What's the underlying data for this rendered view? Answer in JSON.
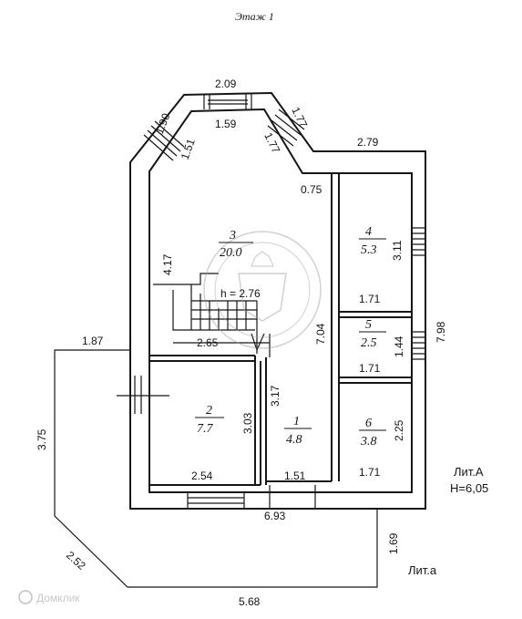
{
  "title": "Этаж 1",
  "dimensions": {
    "top_outer": "2.09",
    "top_inner": "1.59",
    "bay_left_outer": "1.90",
    "bay_left_inner": "1.51",
    "bay_right_outer": "1.77",
    "bay_right_inner": "1.77",
    "right_top": "2.79",
    "notch": "0.75",
    "room3_height": "4.17",
    "room4_height": "3.11",
    "room4_width": "1.71",
    "right_total": "7.98",
    "center_wall": "7.04",
    "room5_height": "1.44",
    "room5_width": "1.71",
    "stair_width": "2.65",
    "porch_top": "1.87",
    "porch_left": "3.75",
    "room1_height": "3.17",
    "room2_height": "3.03",
    "room6_height": "2.25",
    "room2_width": "2.54",
    "room1_width": "1.51",
    "room6_width": "1.71",
    "total_width": "6.93",
    "porch_right": "1.69",
    "porch_diagonal": "2.52",
    "porch_bottom": "5.68"
  },
  "ceiling_height": "h = 2.76",
  "rooms": [
    {
      "number": "1",
      "area": "4.8"
    },
    {
      "number": "2",
      "area": "7.7"
    },
    {
      "number": "3",
      "area": "20.0"
    },
    {
      "number": "4",
      "area": "5.3"
    },
    {
      "number": "5",
      "area": "2.5"
    },
    {
      "number": "6",
      "area": "3.8"
    }
  ],
  "lit_a": "Лит.А",
  "lit_a_height": "Н=6,05",
  "lit_small": "Лит.а",
  "watermark": "Домклик",
  "colors": {
    "ink": "#161616",
    "paper": "#ffffff",
    "watermark": "#9a9a9a"
  }
}
